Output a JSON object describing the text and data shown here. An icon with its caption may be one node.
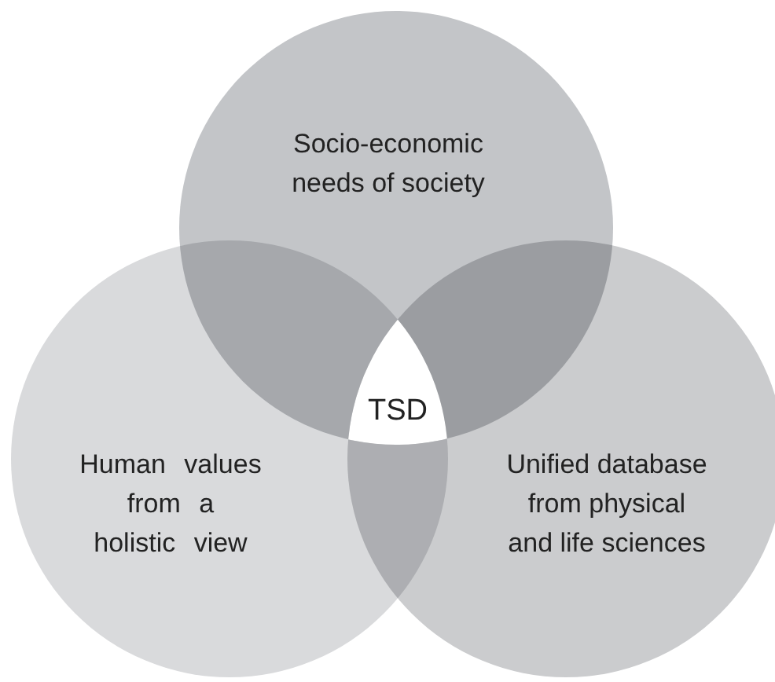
{
  "diagram": {
    "nodes": [
      {
        "text": [
          "Socio-economic needs of society"
        ]
      },
      {
        "text": [
          "Human values from a holistic view"
        ]
      },
      {
        "text": [
          "Unified database from physical and life sciences"
        ]
      },
      {
        "text": [
          "TSD"
        ]
      }
    ]
  }
}
